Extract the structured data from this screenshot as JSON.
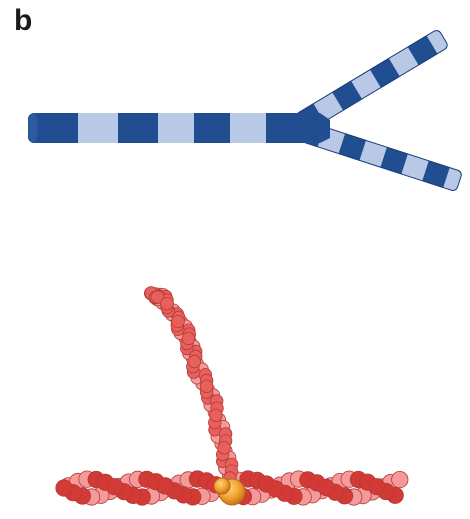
{
  "panel": {
    "label": "b"
  },
  "colors": {
    "filament_dark": "#214d91",
    "filament_light": "#b9c8e6",
    "actin_dark": "#d43a35",
    "actin_light": "#f59a9a",
    "arp_complex": "#f2a12e"
  },
  "figures": [
    {
      "name": "branched-filament-schematic",
      "style": "striped-rod"
    },
    {
      "name": "branched-actin-filament-model",
      "style": "bead-chains"
    }
  ]
}
